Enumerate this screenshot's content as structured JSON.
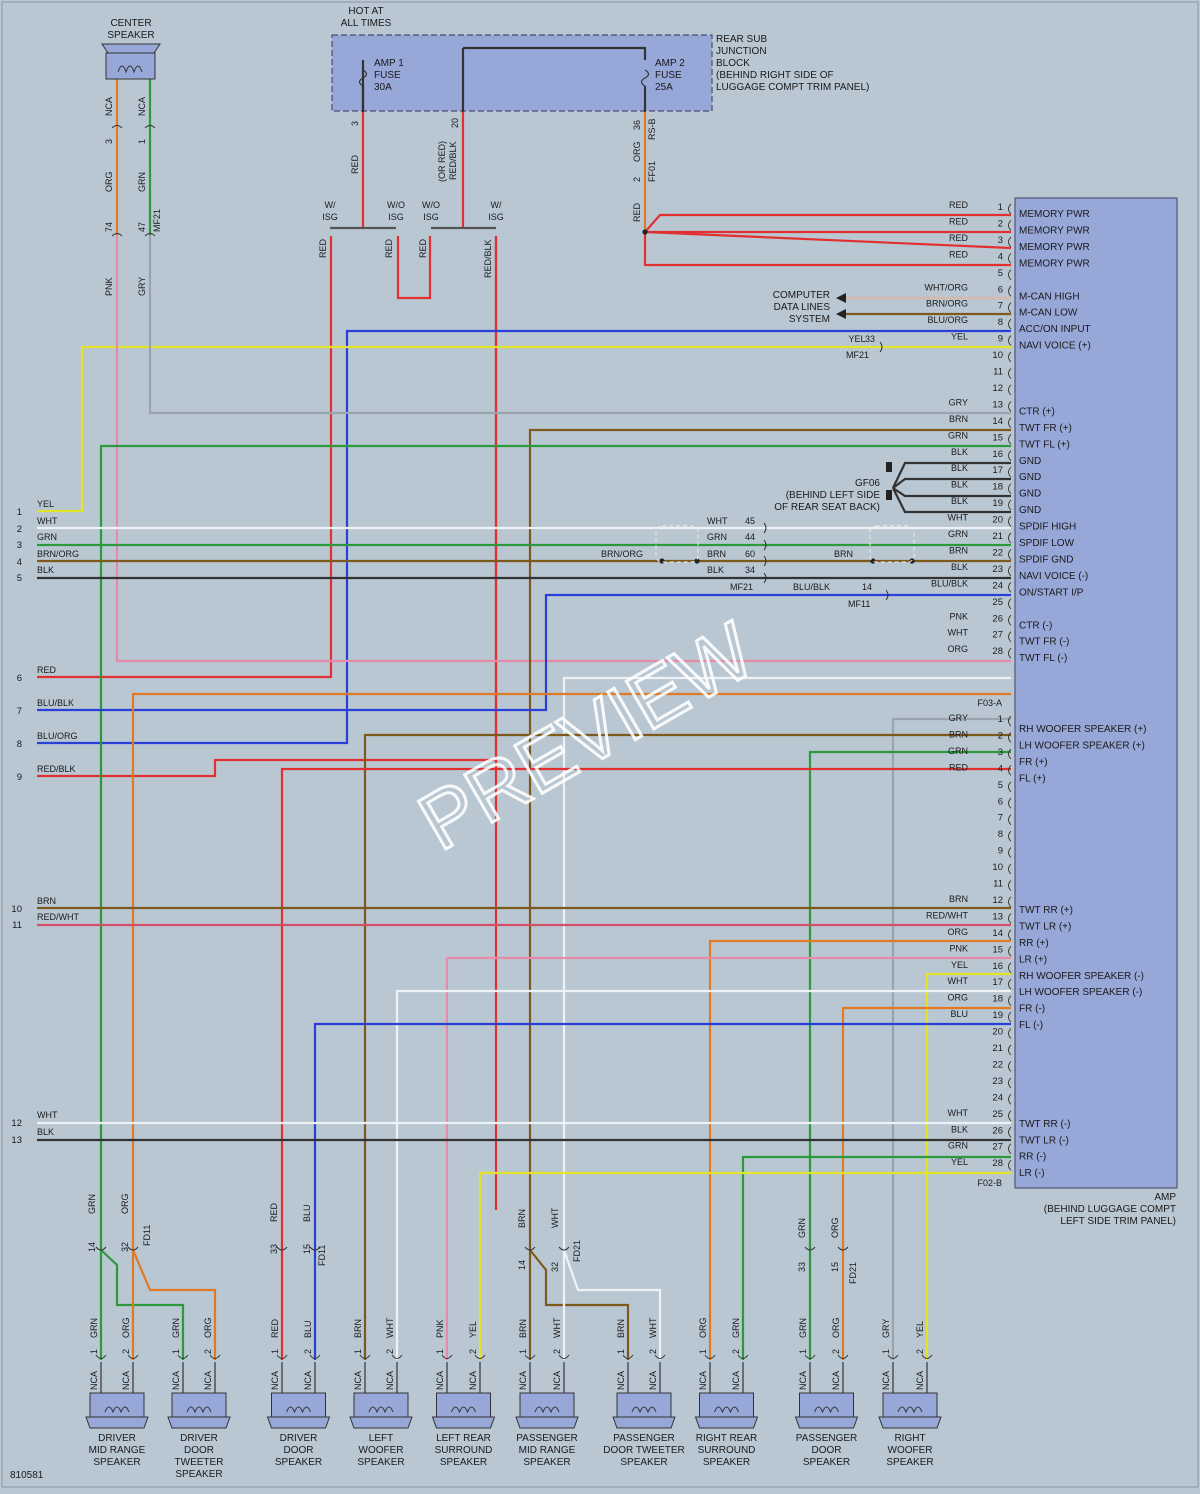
{
  "colors": {
    "RED": "#e23030",
    "GRN": "#2c9a3c",
    "ORG": "#e07a25",
    "PNK": "#e88aa8",
    "GRY": "#9aa4ae",
    "YEL": "#e3e32c",
    "BLU": "#2a3ed8",
    "BRN": "#7d5a1c",
    "BLK": "#333333",
    "WHT": "#eef2f5",
    "background": "#b9c7d3",
    "amp_fill": "#97a7d8",
    "amp_border": "#6f6f8a"
  },
  "labels": {
    "center_speaker": [
      "CENTER",
      "SPEAKER"
    ],
    "hot_at_all_times": [
      "HOT AT",
      "ALL TIMES"
    ],
    "rear_sub_junction": [
      "REAR SUB",
      "JUNCTION",
      "BLOCK",
      "(BEHIND RIGHT SIDE OF",
      "LUGGAGE COMPT TRIM PANEL)"
    ],
    "amp1_fuse": [
      "AMP 1",
      "FUSE",
      "30A"
    ],
    "amp2_fuse": [
      "AMP 2",
      "FUSE",
      "25A"
    ],
    "computer_data_lines": [
      "COMPUTER",
      "DATA LINES",
      "SYSTEM"
    ],
    "gf06": [
      "GF06",
      "(BEHIND LEFT SIDE",
      "OF REAR SEAT BACK)"
    ],
    "amp_caption": [
      "AMP",
      "(BEHIND LUGGAGE COMPT",
      "LEFT SIDE TRIM PANEL)"
    ],
    "connectors": {
      "mf21_top": "MF21",
      "mf21_mid": "MF21",
      "mf21_lower": "MF21",
      "mf11": "MF11",
      "ff01": "FF01",
      "rs_b": "RS-B",
      "f03_a": "F03-A",
      "f02_b": "F02-B",
      "fd11_a": "FD11",
      "fd11_b": "FD11",
      "fd21_a": "FD21",
      "fd21_b": "FD21"
    },
    "isg": {
      "w1": "W/",
      "isg": "ISG",
      "wo1": "W/O",
      "wo2": "W/O",
      "w2": "W/"
    },
    "or_red": "(OR RED)",
    "diagram_id": "810581",
    "watermark": "PREVIEW"
  },
  "amp_pins_a": [
    {
      "pin": "1",
      "wire": "RED",
      "func": "MEMORY PWR"
    },
    {
      "pin": "2",
      "wire": "RED",
      "func": "MEMORY PWR"
    },
    {
      "pin": "3",
      "wire": "RED",
      "func": "MEMORY PWR"
    },
    {
      "pin": "4",
      "wire": "RED",
      "func": "MEMORY PWR"
    },
    {
      "pin": "5",
      "wire": "",
      "func": ""
    },
    {
      "pin": "6",
      "wire": "WHT/ORG",
      "func": "M-CAN HIGH"
    },
    {
      "pin": "7",
      "wire": "BRN/ORG",
      "func": "M-CAN LOW"
    },
    {
      "pin": "8",
      "wire": "BLU/ORG",
      "func": "ACC/ON INPUT"
    },
    {
      "pin": "9",
      "wire": "YEL",
      "func": "NAVI VOICE (+)"
    },
    {
      "pin": "10",
      "wire": "",
      "func": ""
    },
    {
      "pin": "11",
      "wire": "",
      "func": ""
    },
    {
      "pin": "12",
      "wire": "",
      "func": ""
    },
    {
      "pin": "13",
      "wire": "GRY",
      "func": "CTR (+)"
    },
    {
      "pin": "14",
      "wire": "BRN",
      "func": "TWT FR (+)"
    },
    {
      "pin": "15",
      "wire": "GRN",
      "func": "TWT FL (+)"
    },
    {
      "pin": "16",
      "wire": "BLK",
      "func": "GND"
    },
    {
      "pin": "17",
      "wire": "BLK",
      "func": "GND"
    },
    {
      "pin": "18",
      "wire": "BLK",
      "func": "GND"
    },
    {
      "pin": "19",
      "wire": "BLK",
      "func": "GND"
    },
    {
      "pin": "20",
      "wire": "WHT",
      "func": "SPDIF HIGH"
    },
    {
      "pin": "21",
      "wire": "GRN",
      "func": "SPDIF LOW"
    },
    {
      "pin": "22",
      "wire": "BRN",
      "func": "SPDIF GND"
    },
    {
      "pin": "23",
      "wire": "BLK",
      "func": "NAVI VOICE (-)"
    },
    {
      "pin": "24",
      "wire": "BLU/BLK",
      "func": "ON/START I/P"
    },
    {
      "pin": "25",
      "wire": "",
      "func": ""
    },
    {
      "pin": "26",
      "wire": "PNK",
      "func": "CTR (-)"
    },
    {
      "pin": "27",
      "wire": "WHT",
      "func": "TWT FR (-)"
    },
    {
      "pin": "28",
      "wire": "ORG",
      "func": "TWT FL (-)"
    }
  ],
  "amp_pins_b": [
    {
      "pin": "1",
      "wire": "GRY",
      "func": "RH WOOFER SPEAKER (+)"
    },
    {
      "pin": "2",
      "wire": "BRN",
      "func": "LH WOOFER SPEAKER (+)"
    },
    {
      "pin": "3",
      "wire": "GRN",
      "func": "FR (+)"
    },
    {
      "pin": "4",
      "wire": "RED",
      "func": "FL (+)"
    },
    {
      "pin": "5",
      "wire": "",
      "func": ""
    },
    {
      "pin": "6",
      "wire": "",
      "func": ""
    },
    {
      "pin": "7",
      "wire": "",
      "func": ""
    },
    {
      "pin": "8",
      "wire": "",
      "func": ""
    },
    {
      "pin": "9",
      "wire": "",
      "func": ""
    },
    {
      "pin": "10",
      "wire": "",
      "func": ""
    },
    {
      "pin": "11",
      "wire": "",
      "func": ""
    },
    {
      "pin": "12",
      "wire": "BRN",
      "func": "TWT RR (+)"
    },
    {
      "pin": "13",
      "wire": "RED/WHT",
      "func": "TWT LR (+)"
    },
    {
      "pin": "14",
      "wire": "ORG",
      "func": "RR (+)"
    },
    {
      "pin": "15",
      "wire": "PNK",
      "func": "LR (+)"
    },
    {
      "pin": "16",
      "wire": "YEL",
      "func": "RH WOOFER SPEAKER (-)"
    },
    {
      "pin": "17",
      "wire": "WHT",
      "func": "LH WOOFER SPEAKER (-)"
    },
    {
      "pin": "18",
      "wire": "ORG",
      "func": "FR (-)"
    },
    {
      "pin": "19",
      "wire": "BLU",
      "func": "FL (-)"
    },
    {
      "pin": "20",
      "wire": "",
      "func": ""
    },
    {
      "pin": "21",
      "wire": "",
      "func": ""
    },
    {
      "pin": "22",
      "wire": "",
      "func": ""
    },
    {
      "pin": "23",
      "wire": "",
      "func": ""
    },
    {
      "pin": "24",
      "wire": "",
      "func": ""
    },
    {
      "pin": "25",
      "wire": "WHT",
      "func": "TWT RR (-)"
    },
    {
      "pin": "26",
      "wire": "BLK",
      "func": "TWT LR (-)"
    },
    {
      "pin": "27",
      "wire": "GRN",
      "func": "RR (-)"
    },
    {
      "pin": "28",
      "wire": "YEL",
      "func": "LR (-)"
    }
  ],
  "left_edge": [
    {
      "num": "1",
      "label": "YEL"
    },
    {
      "num": "2",
      "label": "WHT"
    },
    {
      "num": "3",
      "label": "GRN"
    },
    {
      "num": "4",
      "label": "BRN/ORG"
    },
    {
      "num": "5",
      "label": "BLK"
    },
    {
      "num": "6",
      "label": "RED"
    },
    {
      "num": "7",
      "label": "BLU/BLK"
    },
    {
      "num": "8",
      "label": "BLU/ORG"
    },
    {
      "num": "9",
      "label": "RED/BLK"
    },
    {
      "num": "10",
      "label": "BRN"
    },
    {
      "num": "11",
      "label": "RED/WHT"
    },
    {
      "num": "12",
      "label": "WHT"
    },
    {
      "num": "13",
      "label": "BLK"
    }
  ],
  "mf21_mid_rows": [
    {
      "wire": "YEL",
      "pin": "33"
    },
    {
      "wire": "WHT",
      "pin": "45"
    },
    {
      "wire": "GRN",
      "pin": "44"
    },
    {
      "wire": "BRN",
      "pin": "60"
    },
    {
      "wire": "BLK",
      "pin": "34"
    }
  ],
  "mf_misc": {
    "brn_org": "BRN/ORG",
    "brn": "BRN",
    "blu_blk": "BLU/BLK",
    "mf11_pin": "14"
  },
  "top_wires": {
    "center_nca1": "NCA",
    "center_nca2": "NCA",
    "center_p3": "3",
    "center_p1": "1",
    "org": "ORG",
    "grn": "GRN",
    "p74": "74",
    "p47": "47",
    "pnk": "PNK",
    "gry": "GRY",
    "fuse_red": "RED",
    "pin3": "3",
    "red_blk": "RED/BLK",
    "pin20": "20",
    "pin36": "36",
    "org2": "ORG",
    "pin2": "2",
    "red_ff": "RED",
    "isg_red1": "RED",
    "isg_red2": "RED",
    "isg_red3": "RED",
    "isg_redblk": "RED/BLK"
  },
  "speakers": [
    {
      "name": [
        "DRIVER",
        "MID RANGE",
        "SPEAKER"
      ],
      "w1": "GRN",
      "w2": "ORG"
    },
    {
      "name": [
        "DRIVER",
        "DOOR",
        "TWEETER",
        "SPEAKER"
      ],
      "w1": "GRN",
      "w2": "ORG"
    },
    {
      "name": [
        "DRIVER",
        "DOOR",
        "SPEAKER"
      ],
      "w1": "RED",
      "w2": "BLU"
    },
    {
      "name": [
        "LEFT",
        "WOOFER",
        "SPEAKER"
      ],
      "w1": "BRN",
      "w2": "WHT"
    },
    {
      "name": [
        "LEFT REAR",
        "SURROUND",
        "SPEAKER"
      ],
      "w1": "PNK",
      "w2": "YEL"
    },
    {
      "name": [
        "PASSENGER",
        "MID RANGE",
        "SPEAKER"
      ],
      "w1": "BRN",
      "w2": "WHT"
    },
    {
      "name": [
        "PASSENGER",
        "DOOR TWEETER",
        "SPEAKER"
      ],
      "w1": "BRN",
      "w2": "WHT"
    },
    {
      "name": [
        "RIGHT REAR",
        "SURROUND",
        "SPEAKER"
      ],
      "w1": "ORG",
      "w2": "GRN"
    },
    {
      "name": [
        "PASSENGER",
        "DOOR",
        "SPEAKER"
      ],
      "w1": "GRN",
      "w2": "ORG"
    },
    {
      "name": [
        "RIGHT",
        "WOOFER",
        "SPEAKER"
      ],
      "w1": "GRY",
      "w2": "YEL"
    }
  ],
  "speaker_pins": {
    "p1": "1",
    "p2": "2",
    "nca": "NCA"
  },
  "door_connectors": [
    {
      "pinA": "14",
      "pinB": "32",
      "wireA": "GRN",
      "wireB": "ORG"
    },
    {
      "pinA": "33",
      "pinB": "15",
      "wireA": "RED",
      "wireB": "BLU"
    },
    {
      "pinA": "14",
      "pinB": "32",
      "wireA": "BRN",
      "wireB": "WHT"
    },
    {
      "pinA": "33",
      "pinB": "15",
      "wireA": "GRN",
      "wireB": "ORG"
    }
  ]
}
